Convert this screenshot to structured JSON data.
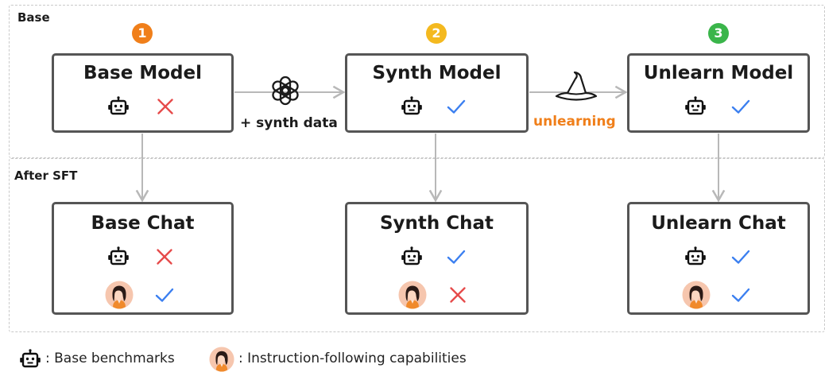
{
  "regions": {
    "base": "Base",
    "after_sft": "After SFT"
  },
  "steps": [
    "1",
    "2",
    "3"
  ],
  "colors": {
    "step1": "#f07f1a",
    "step2": "#f4b91f",
    "step3": "#3ab54a",
    "check": "#3b7ff0",
    "cross": "#e64b4b",
    "unlearning": "#f07f1a",
    "box_border": "#555555",
    "arrow": "#b8b8b8"
  },
  "models": {
    "base": {
      "title": "Base Model",
      "benchmark": "cross"
    },
    "synth": {
      "title": "Synth Model",
      "benchmark": "check"
    },
    "unlearn": {
      "title": "Unlearn Model",
      "benchmark": "check"
    }
  },
  "chats": {
    "base": {
      "title": "Base Chat",
      "benchmark": "cross",
      "instruction": "check"
    },
    "synth": {
      "title": "Synth Chat",
      "benchmark": "check",
      "instruction": "cross"
    },
    "unlearn": {
      "title": "Unlearn Chat",
      "benchmark": "check",
      "instruction": "check"
    }
  },
  "edges": {
    "synth_data": {
      "label": "+ synth data",
      "icon": "openai-logo-icon"
    },
    "unlearning": {
      "label": "unlearning",
      "icon": "witch-hat-icon"
    }
  },
  "legend": {
    "robot": {
      "icon": "robot-icon",
      "text": ": Base benchmarks"
    },
    "person": {
      "icon": "person-icon",
      "text": ": Instruction-following capabilities"
    }
  }
}
